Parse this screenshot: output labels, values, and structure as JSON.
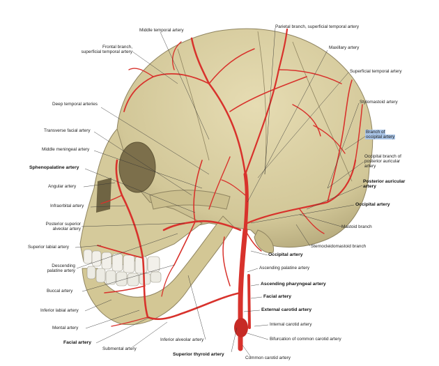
{
  "labels": {
    "middle_temporal": "Middle temporal artery",
    "parietal_branch": "Parietal branch, superficial temporal artery",
    "frontal_branch_1": "Frontal branch,",
    "frontal_branch_2": "superficial temporal artery",
    "maxillary": "Maxillary artery",
    "superficial_temporal": "Superficial temporal artery",
    "deep_temporal": "Deep temporal arteries",
    "stylomastoid": "Stylomastoid artery",
    "transverse_facial": "Transverse facial artery",
    "branch_occipital_1": "Branch of",
    "branch_occipital_2": "occipital artery",
    "middle_meningeal": "Middle meningeal artery",
    "occipital_branch_pa_1": "Occipital branch of",
    "occipital_branch_pa_2": "posterior auricular",
    "occipital_branch_pa_3": "artery",
    "sphenopalatine": "Sphenopalatine artery",
    "angular": "Angular artery",
    "posterior_auricular_1": "Posterior auricular",
    "posterior_auricular_2": "artery",
    "infraorbital": "Infraorbital artery",
    "occipital_artery_r": "Occipital artery",
    "psa_1": "Posterior superior",
    "psa_2": "alveolar artery",
    "mastoid_branch": "Mastoid branch",
    "sternocleidomastoid_branch": "Sternocleidomastoid branch",
    "superior_labial": "Superior labial artery",
    "occipital_artery_c": "Occipital artery",
    "descending_palatine_1": "Descending",
    "descending_palatine_2": "palatine artery",
    "ascending_palatine": "Ascending palatine artery",
    "ascending_pharyngeal": "Ascending pharyngeal artery",
    "buccal": "Buccal artery",
    "facial_artery_c": "Facial artery",
    "inferior_labial": "Inferior labial artery",
    "external_carotid": "External carotid artery",
    "mental": "Mental artery",
    "internal_carotid": "Internal carotid artery",
    "facial_artery_l": "Facial artery",
    "inferior_alveolar": "Inferior alveolar artery",
    "bifurcation": "Bifurcation of common carotid artery",
    "submental": "Submental artery",
    "superior_thyroid": "Superior thyroid artery",
    "common_carotid": "Common carotid artery"
  },
  "colors": {
    "bone": "#d9cfa4",
    "bone_shadow": "#b7ab7c",
    "artery": "#d8322c",
    "artery_dark": "#a41d1b",
    "highlight": "#a9c4e6"
  }
}
